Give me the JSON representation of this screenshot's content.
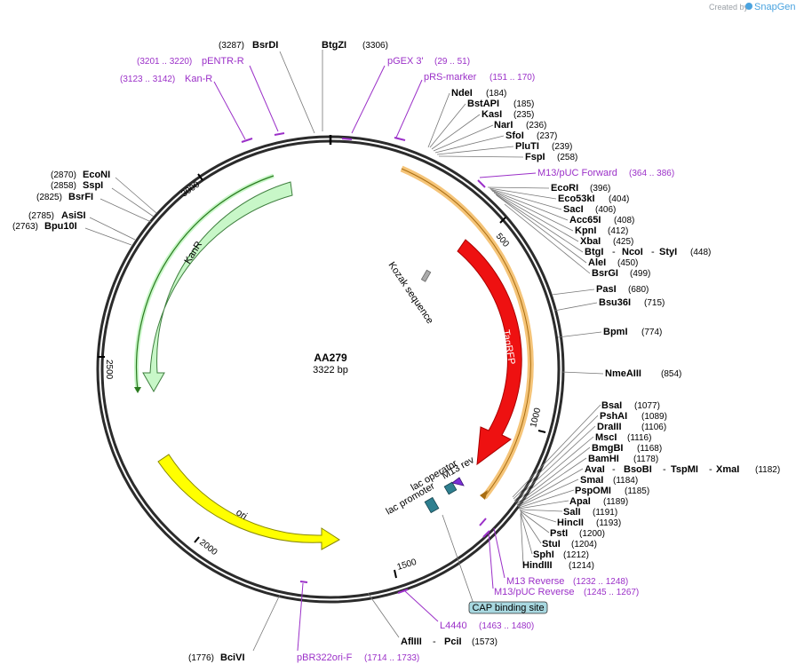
{
  "watermark": {
    "prefix": "Created by",
    "brand": "SnapGene"
  },
  "center": {
    "name": "AA279",
    "length": "3322 bp"
  },
  "ticks": [
    "500",
    "1000",
    "1500",
    "2000",
    "2500",
    "3000"
  ],
  "features": {
    "tagrfp": "TagRFP",
    "kanr": "KanR",
    "ori": "ori",
    "kozak": "Kozak sequence",
    "lac_operator": "lac operator",
    "lac_promoter": "lac promoter",
    "m13_rev": "M13 rev",
    "cap": "CAP binding site"
  },
  "sites": {
    "bsrdi": {
      "name": "BsrDI",
      "pos": "(3287)"
    },
    "btgzi": {
      "name": "BtgZI",
      "pos": "(3306)"
    },
    "ndei": {
      "name": "NdeI",
      "pos": "(184)"
    },
    "bstapi": {
      "name": "BstAPI",
      "pos": "(185)"
    },
    "kasi": {
      "name": "KasI",
      "pos": "(235)"
    },
    "nari": {
      "name": "NarI",
      "pos": "(236)"
    },
    "sfoi": {
      "name": "SfoI",
      "pos": "(237)"
    },
    "pluti": {
      "name": "PluTI",
      "pos": "(239)"
    },
    "fspi": {
      "name": "FspI",
      "pos": "(258)"
    },
    "ecori": {
      "name": "EcoRI",
      "pos": "(396)"
    },
    "eco53ki": {
      "name": "Eco53kI",
      "pos": "(404)"
    },
    "saci": {
      "name": "SacI",
      "pos": "(406)"
    },
    "acc65i": {
      "name": "Acc65I",
      "pos": "(408)"
    },
    "kpni": {
      "name": "KpnI",
      "pos": "(412)"
    },
    "xbai": {
      "name": "XbaI",
      "pos": "(425)"
    },
    "btgi": {
      "name": "BtgI",
      "sep1": " - ",
      "name2": "NcoI",
      "sep2": " - ",
      "name3": "StyI",
      "pos": "(448)"
    },
    "alei": {
      "name": "AleI",
      "pos": "(450)"
    },
    "bsrgi": {
      "name": "BsrGI",
      "pos": "(499)"
    },
    "pasi": {
      "name": "PasI",
      "pos": "(680)"
    },
    "bsu36i": {
      "name": "Bsu36I",
      "pos": "(715)"
    },
    "bpmi": {
      "name": "BpmI",
      "pos": "(774)"
    },
    "nmeaiii": {
      "name": "NmeAIII",
      "pos": "(854)"
    },
    "bsai": {
      "name": "BsaI",
      "pos": "(1077)"
    },
    "pshai": {
      "name": "PshAI",
      "pos": "(1089)"
    },
    "draiii": {
      "name": "DraIII",
      "pos": "(1106)"
    },
    "msci": {
      "name": "MscI",
      "pos": "(1116)"
    },
    "bmgbi": {
      "name": "BmgBI",
      "pos": "(1168)"
    },
    "bamhi": {
      "name": "BamHI",
      "pos": "(1178)"
    },
    "avai": {
      "name": "AvaI",
      "sep1": " - ",
      "name2": "BsoBI",
      "sep2": " - ",
      "name3": "TspMI",
      "sep3": " - ",
      "name4": "XmaI",
      "pos": "(1182)"
    },
    "smai": {
      "name": "SmaI",
      "pos": "(1184)"
    },
    "psppomi": {
      "name": "PspOMI",
      "pos": "(1185)"
    },
    "apai": {
      "name": "ApaI",
      "pos": "(1189)"
    },
    "sali": {
      "name": "SalI",
      "pos": "(1191)"
    },
    "hincii": {
      "name": "HincII",
      "pos": "(1193)"
    },
    "psti": {
      "name": "PstI",
      "pos": "(1200)"
    },
    "stui": {
      "name": "StuI",
      "pos": "(1204)"
    },
    "sphi": {
      "name": "SphI",
      "pos": "(1212)"
    },
    "hindiii": {
      "name": "HindIII",
      "pos": "(1214)"
    },
    "afliii": {
      "name": "AflIII",
      "sep1": " - ",
      "name2": "PciI",
      "pos": "(1573)"
    },
    "bcivi": {
      "name": "BciVI",
      "pos": "(1776)"
    },
    "bpu10i": {
      "name": "Bpu10I",
      "pos": "(2763)"
    },
    "asisi": {
      "name": "AsiSI",
      "pos": "(2785)"
    },
    "bsrfi": {
      "name": "BsrFI",
      "pos": "(2825)"
    },
    "sspi": {
      "name": "SspI",
      "pos": "(2858)"
    },
    "econi": {
      "name": "EcoNI",
      "pos": "(2870)"
    }
  },
  "primers": {
    "pentr_r": {
      "name": "pENTR-R",
      "range": "(3201 .. 3220)"
    },
    "kan_r": {
      "name": "Kan-R",
      "range": "(3123 .. 3142)"
    },
    "pgex3": {
      "name": "pGEX 3'",
      "range": "(29 .. 51)"
    },
    "prs_marker": {
      "name": "pRS-marker",
      "range": "(151 .. 170)"
    },
    "m13_puc_fwd": {
      "name": "M13/pUC Forward",
      "range": "(364 .. 386)"
    },
    "m13_reverse": {
      "name": "M13 Reverse",
      "range": "(1232 .. 1248)"
    },
    "m13_puc_rev": {
      "name": "M13/pUC Reverse",
      "range": "(1245 .. 1267)"
    },
    "l4440": {
      "name": "L4440",
      "range": "(1463 .. 1480)"
    },
    "pbr322ori_f": {
      "name": "pBR322ori-F",
      "range": "(1714 .. 1733)"
    }
  },
  "colors": {
    "tagrfp": "#ee1111",
    "kanr": "#c8f7c8",
    "ori": "#ffff00",
    "cds_band": "#f5c478",
    "primer": "#9b30c8",
    "backbone": "#333333",
    "cap": "#a8d8e0",
    "lac": "#2e7f8f"
  }
}
